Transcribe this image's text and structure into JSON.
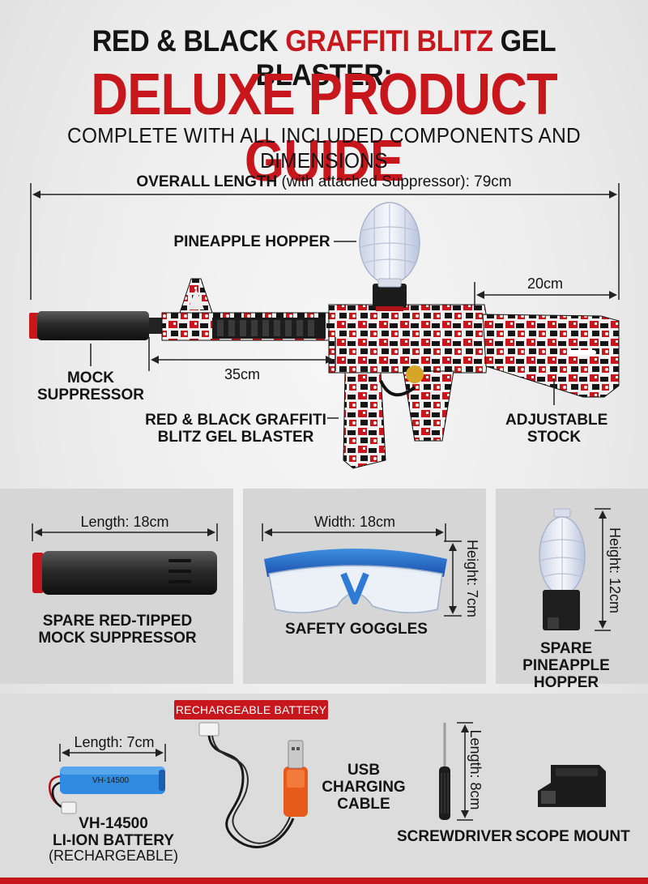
{
  "header": {
    "title_part1": "RED & BLACK ",
    "title_part2": "GRAFFITI BLITZ",
    "title_part3": " GEL BLASTER:",
    "title_big": "DELUXE PRODUCT GUIDE",
    "subtitle": "COMPLETE WITH ALL INCLUDED COMPONENTS AND DIMENSIONS"
  },
  "main_diagram": {
    "overall_bold": "OVERALL LENGTH",
    "overall_rest": " (with attached Suppressor): 79cm",
    "hopper_label": "PINEAPPLE HOPPER",
    "stock_dim": "20cm",
    "barrel_dim": "35cm",
    "suppressor_label_1": "MOCK",
    "suppressor_label_2": "SUPPRESSOR",
    "blaster_label_1": "RED & BLACK GRAFFITI",
    "blaster_label_2": "BLITZ GEL BLASTER",
    "stock_label_1": "ADJUSTABLE",
    "stock_label_2": "STOCK"
  },
  "accessories": [
    {
      "dim": "Length: 18cm",
      "label_1": "SPARE RED-TIPPED",
      "label_2": "MOCK SUPPRESSOR"
    },
    {
      "dim_w": "Width: 18cm",
      "dim_h": "Height: 7cm",
      "label_1": "SAFETY GOGGLES"
    },
    {
      "dim_h": "Height: 12cm",
      "label_1": "SPARE PINEAPPLE",
      "label_2": "HOPPER"
    }
  ],
  "bottom": {
    "badge": "RECHARGEABLE BATTERY",
    "battery_dim": "Length: 7cm",
    "battery_print": "VH-14500",
    "battery_label_1": "VH-14500",
    "battery_label_2": "LI-ION BATTERY",
    "battery_label_3": "(RECHARGEABLE)",
    "cable_label_1": "USB",
    "cable_label_2": "CHARGING",
    "cable_label_3": "CABLE",
    "screwdriver_dim": "Length: 8cm",
    "screwdriver_label": "SCREWDRIVER",
    "mount_label": "SCOPE MOUNT"
  },
  "colors": {
    "brand_red": "#c8161d",
    "blaster_blue": "#1a4fae",
    "ink": "#141414"
  }
}
